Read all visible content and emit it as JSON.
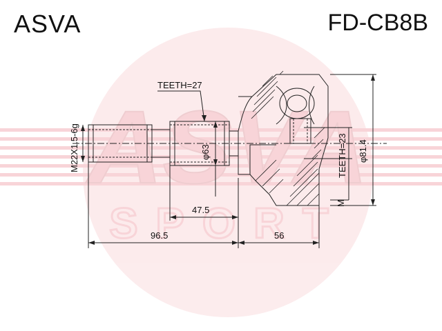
{
  "header": {
    "brand": "ASVA",
    "part_number": "FD-CB8B"
  },
  "watermark": {
    "logo_text": "ASVA",
    "sub_text": "SPORT",
    "color": "#e04050"
  },
  "drawing": {
    "thread_label": "M22X1.5-6g",
    "outer_teeth_label": "TEETH=27",
    "outer_diameter_label": "φ63",
    "inner_teeth_label": "TEETH=23",
    "housing_diameter_label": "φ81.4",
    "dim_stub_length": "47.5",
    "dim_total_length": "96.5",
    "dim_housing_length": "56",
    "marker": "M"
  }
}
